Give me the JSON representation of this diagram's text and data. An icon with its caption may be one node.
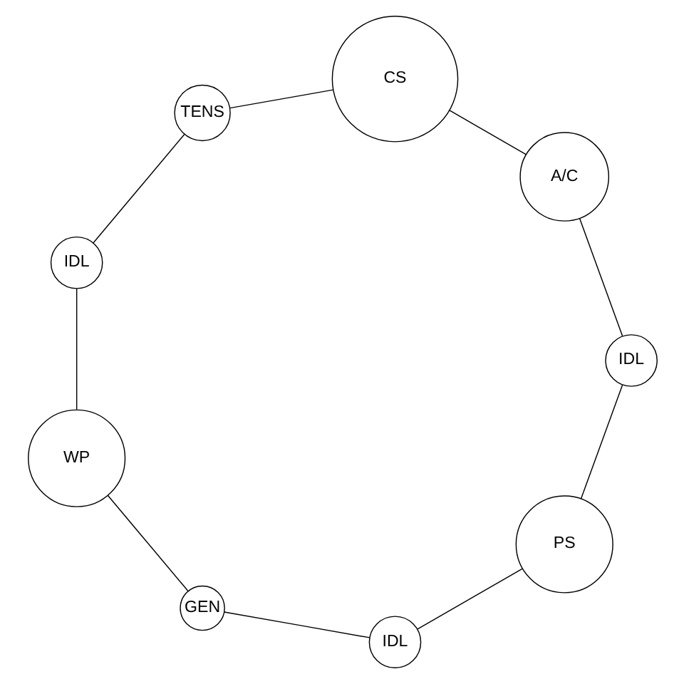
{
  "diagram": {
    "nodes": [
      {
        "text": [
          "PS"
        ]
      },
      {
        "text": [
          "IDL"
        ]
      },
      {
        "text": [
          "IDL"
        ]
      },
      {
        "text": [
          "WP"
        ]
      },
      {
        "text": [
          "IDL"
        ]
      },
      {
        "text": [
          "TENS"
        ]
      },
      {
        "text": [
          "CS"
        ]
      },
      {
        "text": [
          "GEN"
        ]
      },
      {
        "text": [
          "A/C"
        ]
      }
    ],
    "edges": [
      {
        "from": 0,
        "to": 1,
        "arrow": "none"
      },
      {
        "from": 1,
        "to": 7,
        "arrow": "none"
      },
      {
        "from": 7,
        "to": 3,
        "arrow": "none"
      },
      {
        "from": 3,
        "to": 4,
        "arrow": "none"
      },
      {
        "from": 4,
        "to": 5,
        "arrow": "none"
      },
      {
        "from": 5,
        "to": 6,
        "arrow": "none"
      },
      {
        "from": 6,
        "to": 8,
        "arrow": "none"
      },
      {
        "from": 8,
        "to": 2,
        "arrow": "none"
      },
      {
        "from": 2,
        "to": 0,
        "arrow": "none"
      }
    ]
  }
}
